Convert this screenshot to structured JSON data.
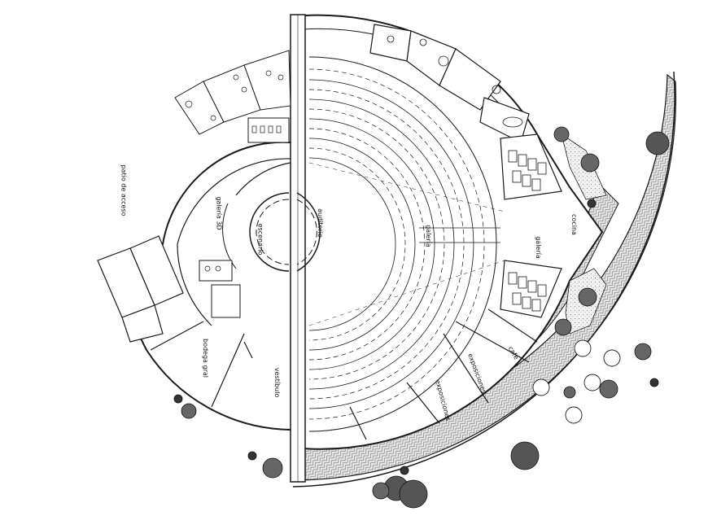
{
  "labels": {
    "patio_acceso": "patio de acceso",
    "galeria_3d": "galería 3D",
    "auditorio": "auditorio",
    "escenario": "escenario",
    "bodega_gral": "bodega gral",
    "vestibulo": "vestíbulo",
    "galeria_top": "galería",
    "galeria_right": "galería",
    "cocina": "cocina",
    "cafe": "café",
    "exposiciones_1": "exposiciones",
    "exposiciones_2": "exposiciones"
  },
  "colors": {
    "line": "#1a1a1a",
    "hatch": "#9a9a9a",
    "stipple": "#cfcfcf",
    "background": "#ffffff"
  },
  "icons": [
    "tree-icon",
    "round-table-icon",
    "toilet-fixture-icon",
    "seat-row-icon"
  ]
}
